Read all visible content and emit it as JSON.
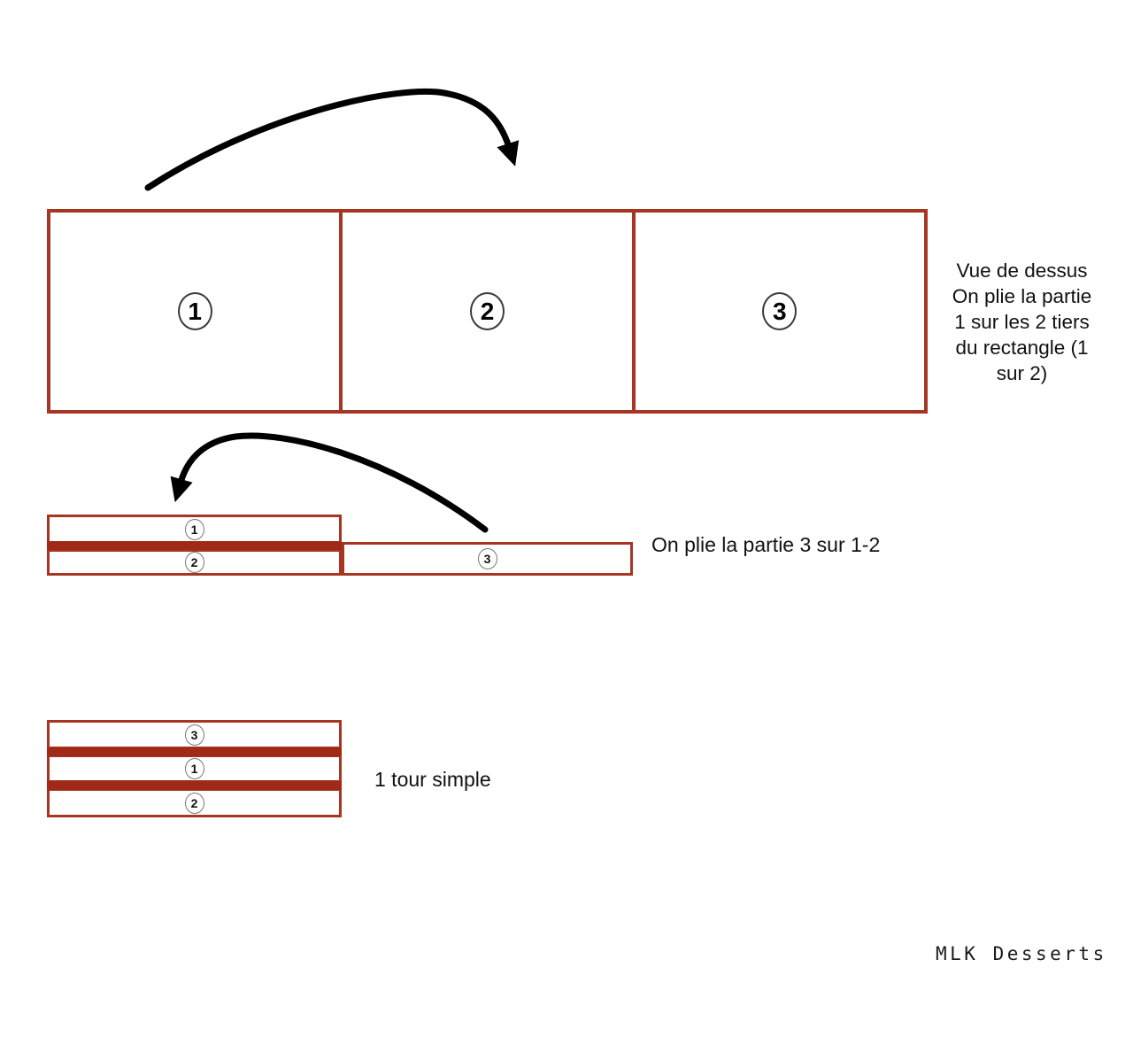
{
  "colors": {
    "box_border": "#A63522",
    "fold_band": "#A02A17",
    "arrow": "#000000"
  },
  "step1": {
    "cells": [
      "1",
      "2",
      "3"
    ],
    "caption_lines": [
      "Vue de dessus",
      "On plie la partie",
      "1 sur les 2 tiers",
      "du rectangle (1",
      "sur 2)"
    ]
  },
  "step2": {
    "top_layer": "1",
    "bottom_left_layer": "2",
    "right_layer": "3",
    "caption": "On plie la partie 3 sur 1-2"
  },
  "step3": {
    "layers": [
      "3",
      "1",
      "2"
    ],
    "caption": "1 tour simple"
  },
  "watermark": "MLK Desserts"
}
